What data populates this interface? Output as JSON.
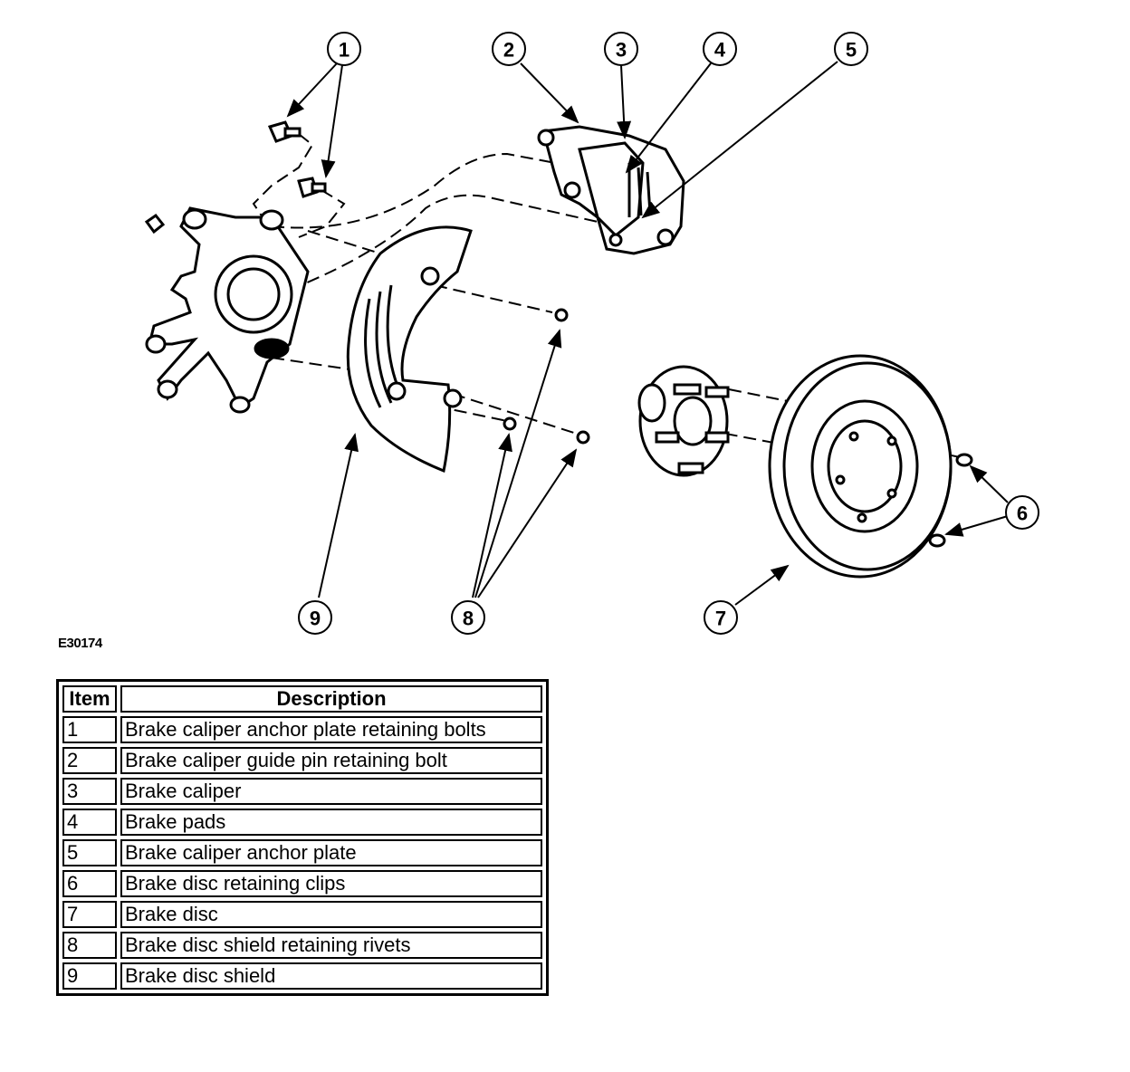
{
  "figure_id": "E30174",
  "callouts": [
    "1",
    "2",
    "3",
    "4",
    "5",
    "6",
    "7",
    "8",
    "9"
  ],
  "table": {
    "headers": {
      "item": "Item",
      "description": "Description"
    },
    "rows": [
      {
        "item": "1",
        "description": "Brake caliper anchor plate retaining bolts"
      },
      {
        "item": "2",
        "description": "Brake caliper guide pin retaining bolt"
      },
      {
        "item": "3",
        "description": "Brake caliper"
      },
      {
        "item": "4",
        "description": "Brake pads"
      },
      {
        "item": "5",
        "description": "Brake caliper anchor plate"
      },
      {
        "item": "6",
        "description": "Brake disc retaining clips"
      },
      {
        "item": "7",
        "description": "Brake disc"
      },
      {
        "item": "8",
        "description": "Brake disc shield retaining rivets"
      },
      {
        "item": "9",
        "description": "Brake disc shield"
      }
    ]
  }
}
